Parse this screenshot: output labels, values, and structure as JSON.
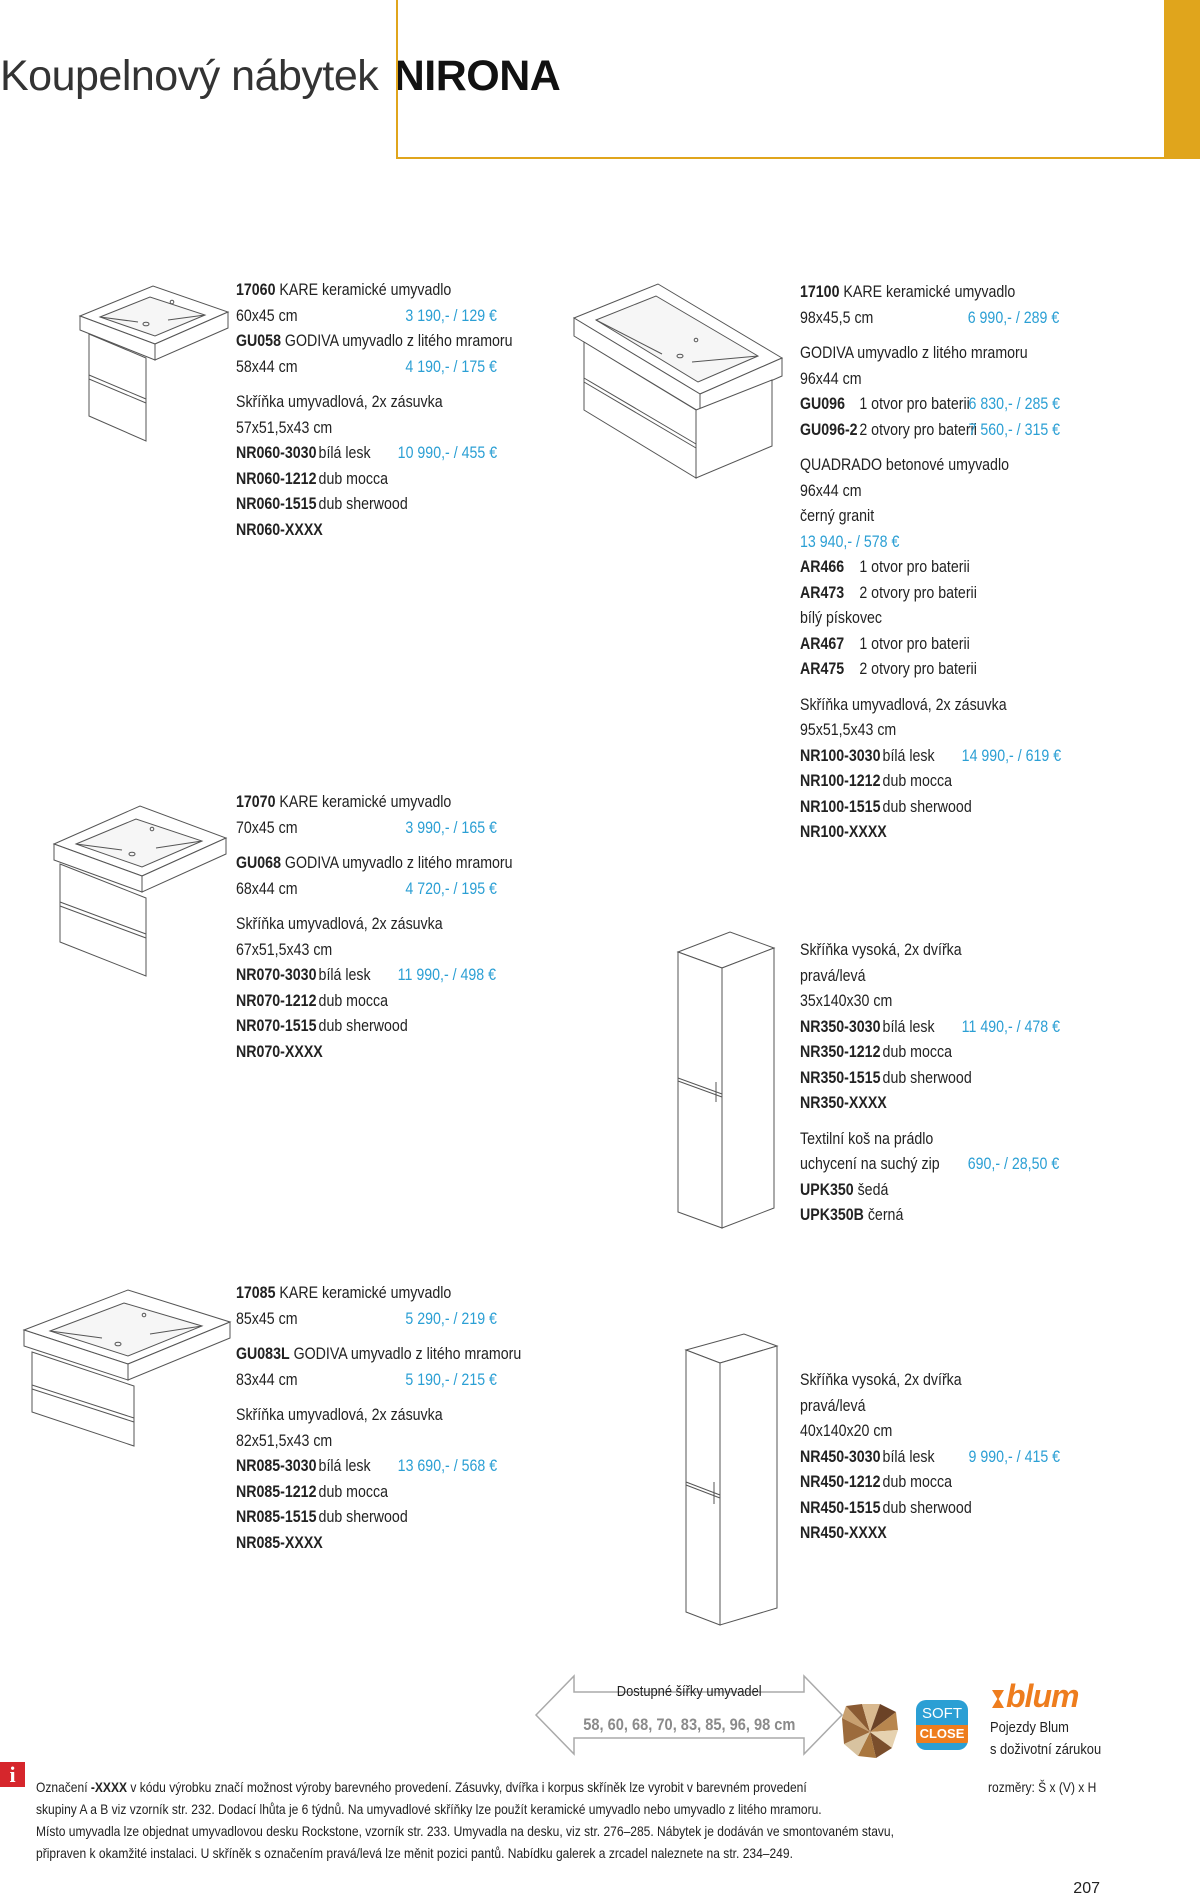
{
  "header": {
    "title": "Koupelnový nábytek",
    "brand": "NIRONA"
  },
  "colors": {
    "accent": "#e0a51c",
    "price": "#2b9fd4",
    "info": "#d6262c"
  },
  "b1": {
    "r1": {
      "code": "17060",
      "text": " KARE keramické umyvadlo"
    },
    "r2": {
      "text": "60x45 cm",
      "price": "3 190,- / 129 €"
    },
    "r3": {
      "code": "GU058",
      "text": " GODIVA umyvadlo z litého mramoru"
    },
    "r4": {
      "text": "58x44 cm",
      "price": "4 190,- / 175 €"
    },
    "r5": {
      "text": "Skříňka umyvadlová, 2x zásuvka"
    },
    "r6": {
      "text": "57x51,5x43 cm"
    },
    "r7": {
      "code": "NR060-3030",
      "text": "bílá lesk",
      "price": "10 990,- / 455 €"
    },
    "r8": {
      "code": "NR060-1212",
      "text": "dub mocca"
    },
    "r9": {
      "code": "NR060-1515",
      "text": "dub sherwood"
    },
    "r10": {
      "code": "NR060-XXXX"
    }
  },
  "b2": {
    "r1": {
      "code": "17070",
      "text": " KARE keramické umyvadlo"
    },
    "r2": {
      "text": "70x45 cm",
      "price": "3 990,- / 165 €"
    },
    "r3": {
      "code": "GU068",
      "text": " GODIVA umyvadlo z litého mramoru"
    },
    "r4": {
      "text": "68x44 cm",
      "price": "4 720,- / 195 €"
    },
    "r5": {
      "text": "Skříňka umyvadlová, 2x zásuvka"
    },
    "r6": {
      "text": "67x51,5x43 cm"
    },
    "r7": {
      "code": "NR070-3030",
      "text": "bílá lesk",
      "price": "11 990,- / 498 €"
    },
    "r8": {
      "code": "NR070-1212",
      "text": "dub mocca"
    },
    "r9": {
      "code": "NR070-1515",
      "text": "dub sherwood"
    },
    "r10": {
      "code": "NR070-XXXX"
    }
  },
  "b3": {
    "r1": {
      "code": "17085",
      "text": " KARE keramické umyvadlo"
    },
    "r2": {
      "text": "85x45 cm",
      "price": "5 290,- / 219 €"
    },
    "r3": {
      "code": "GU083L",
      "text": " GODIVA umyvadlo z litého mramoru"
    },
    "r4": {
      "text": "83x44 cm",
      "price": "5 190,- / 215 €"
    },
    "r5": {
      "text": "Skříňka umyvadlová, 2x zásuvka"
    },
    "r6": {
      "text": "82x51,5x43 cm"
    },
    "r7": {
      "code": "NR085-3030",
      "text": "bílá lesk",
      "price": "13 690,- / 568 €"
    },
    "r8": {
      "code": "NR085-1212",
      "text": "dub mocca"
    },
    "r9": {
      "code": "NR085-1515",
      "text": "dub sherwood"
    },
    "r10": {
      "code": "NR085-XXXX"
    }
  },
  "b4": {
    "r1": {
      "code": "17100",
      "text": " KARE keramické umyvadlo"
    },
    "r2": {
      "text": "98x45,5 cm",
      "price": "6 990,- / 289 €"
    },
    "r3": {
      "text": "GODIVA umyvadlo z litého mramoru"
    },
    "r4": {
      "text": "96x44 cm"
    },
    "r5": {
      "code": "GU096",
      "text": "1 otvor pro baterii",
      "price": "6 830,- / 285 €"
    },
    "r6": {
      "code": "GU096-2",
      "text": "2 otvory pro baterii",
      "price": "7 560,- / 315 €"
    },
    "r7": {
      "text": "QUADRADO betonové umyvadlo"
    },
    "r8": {
      "text": "96x44 cm"
    },
    "r9": {
      "text": "černý granit"
    },
    "r10": {
      "price": "13 940,- / 578 €"
    },
    "r11": {
      "code": "AR466",
      "text": "1 otvor pro baterii"
    },
    "r12": {
      "code": "AR473",
      "text": "2 otvory pro baterii"
    },
    "r13": {
      "text": "bílý pískovec"
    },
    "r14": {
      "code": "AR467",
      "text": "1 otvor pro baterii"
    },
    "r15": {
      "code": "AR475",
      "text": "2 otvory pro baterii"
    },
    "r16": {
      "text": "Skříňka umyvadlová, 2x zásuvka"
    },
    "r17": {
      "text": "95x51,5x43 cm"
    },
    "r18": {
      "code": "NR100-3030",
      "text": "bílá lesk",
      "price": "14 990,- / 619 €"
    },
    "r19": {
      "code": "NR100-1212",
      "text": "dub mocca"
    },
    "r20": {
      "code": "NR100-1515",
      "text": "dub sherwood"
    },
    "r21": {
      "code": "NR100-XXXX"
    }
  },
  "b5": {
    "r1": {
      "text": "Skříňka vysoká, 2x dvířka"
    },
    "r2": {
      "text": "pravá/levá"
    },
    "r3": {
      "text": "35x140x30 cm"
    },
    "r4": {
      "code": "NR350-3030",
      "text": "bílá lesk",
      "price": "11 490,- / 478 €"
    },
    "r5": {
      "code": "NR350-1212",
      "text": "dub mocca"
    },
    "r6": {
      "code": "NR350-1515",
      "text": "dub sherwood"
    },
    "r7": {
      "code": "NR350-XXXX"
    },
    "r8": {
      "text": "Textilní koš na prádlo"
    },
    "r9": {
      "text": "uchycení na suchý zip",
      "price": "690,- / 28,50 €"
    },
    "r10": {
      "code": "UPK350",
      "text": " šedá"
    },
    "r11": {
      "code": "UPK350B",
      "text": " černá"
    }
  },
  "b6": {
    "r1": {
      "text": "Skříňka vysoká, 2x dvířka"
    },
    "r2": {
      "text": "pravá/levá"
    },
    "r3": {
      "text": "40x140x20 cm"
    },
    "r4": {
      "code": "NR450-3030",
      "text": "bílá lesk",
      "price": "9 990,- / 415 €"
    },
    "r5": {
      "code": "NR450-1212",
      "text": "dub mocca"
    },
    "r6": {
      "code": "NR450-1515",
      "text": "dub sherwood"
    },
    "r7": {
      "code": "NR450-XXXX"
    }
  },
  "widths": {
    "label": "Dostupné šířky umyvadel",
    "values": "58, 60, 68, 70, 83, 85, 96, 98 cm"
  },
  "badges": {
    "soft": "SOFT",
    "close": "CLOSE",
    "blum": "blum",
    "blum_text1": "Pojezdy Blum",
    "blum_text2": "s doživotní zárukou"
  },
  "dimensions_note": "rozměry: Š x (V) x H",
  "footnote": {
    "l1a": "Označení ",
    "l1b": "-XXXX",
    "l1c": " v kódu výrobku značí možnost výroby barevného provedení. Zásuvky, dvířka i korpus skříněk lze vyrobit v barevném provedení",
    "l2": "skupiny A a B viz vzorník str. 232. Dodací lhůta je 6 týdnů. Na umyvadlové skříňky lze použít keramické umyvadlo nebo umyvadlo z litého mramoru.",
    "l3": "Místo umyvadla lze objednat umyvadlovou desku Rockstone, vzorník str. 233. Umyvadla na desku, viz str. 276–285. Nábytek je dodáván ve smontovaném stavu,",
    "l4": "připraven k okamžité instalaci. U skříněk s označením pravá/levá lze měnit pozici pantů. Nabídku galerek a zrcadel naleznete na str. 234–249."
  },
  "page_number": "207"
}
